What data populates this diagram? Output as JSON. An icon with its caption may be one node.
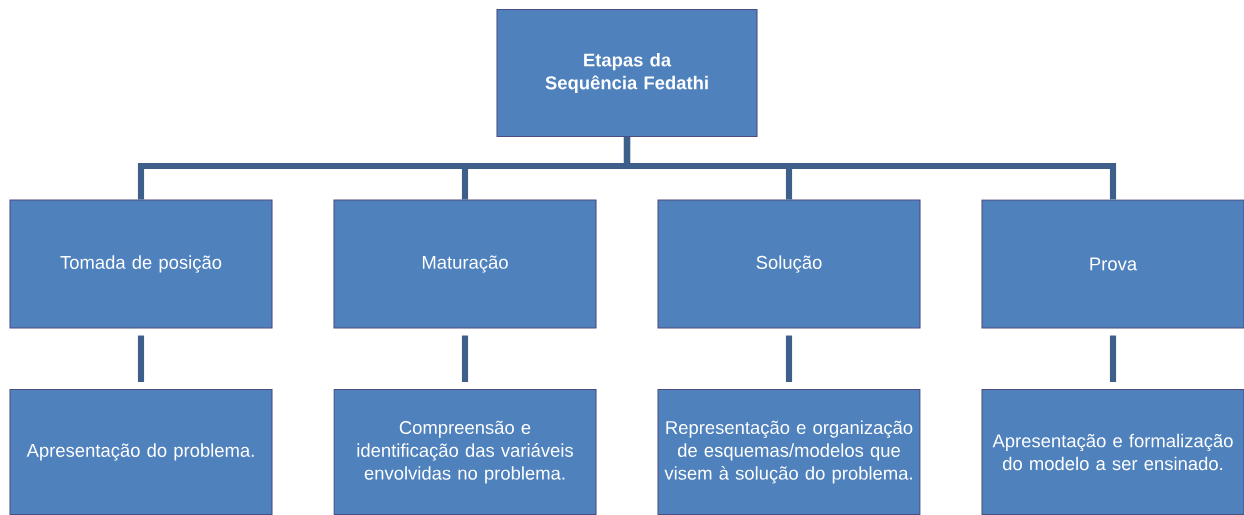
{
  "diagram": {
    "nodes": [
      {
        "text": [
          "**Etapas da Sequência Fedathi**"
        ]
      },
      {
        "text": [
          "Tomada de posição"
        ]
      },
      {
        "text": [
          "Maturação"
        ]
      },
      {
        "text": [
          "Solução"
        ]
      },
      {
        "text": [
          "Prova"
        ]
      },
      {
        "text": [
          "Apresentação do problema."
        ]
      },
      {
        "text": [
          "Compreensão e identificação das variáveis envolvidas no problema."
        ]
      },
      {
        "text": [
          "Representação e organização de esquemas/modelos que visem à solução do problema."
        ]
      },
      {
        "text": [
          "Apresentação e formalização do modelo a ser ensinado."
        ]
      }
    ],
    "edges": [
      {
        "from": 0,
        "to": 1,
        "arrow": "none"
      },
      {
        "from": 0,
        "to": 2,
        "arrow": "none"
      },
      {
        "from": 0,
        "to": 3,
        "arrow": "none"
      },
      {
        "from": 0,
        "to": 4,
        "arrow": "none"
      },
      {
        "from": 1,
        "to": 5,
        "arrow": "none"
      },
      {
        "from": 2,
        "to": 6,
        "arrow": "none"
      },
      {
        "from": 3,
        "to": 7,
        "arrow": "none"
      },
      {
        "from": 4,
        "to": 8,
        "arrow": "none"
      }
    ]
  }
}
